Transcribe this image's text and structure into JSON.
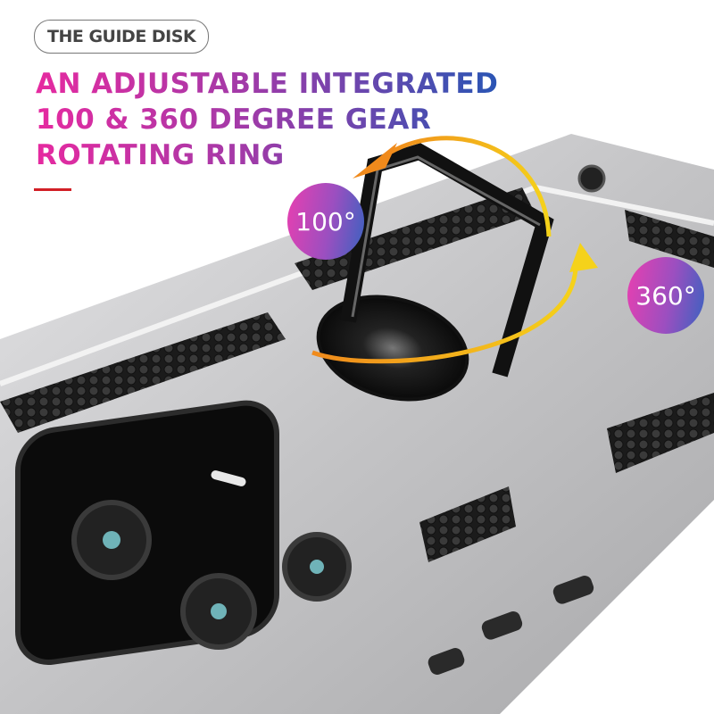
{
  "tag": {
    "label": "THE GUIDE DISK"
  },
  "headline": {
    "lines": [
      "AN ADJUSTABLE INTEGRATED",
      "100 & 360 DEGREE GEAR",
      "ROTATING RING"
    ],
    "gradient": [
      "#e62aa0",
      "#a23aa8",
      "#2a55b4"
    ]
  },
  "badges": [
    {
      "label": "100°"
    },
    {
      "label": "360°"
    }
  ],
  "accent": {
    "red_bar": "#d21f26",
    "arrow_orange": "#f08a1c",
    "arrow_yellow": "#f5d21a"
  },
  "product": {
    "case_color": "#c9c9cb",
    "ring_color": "#1a1a1a"
  }
}
